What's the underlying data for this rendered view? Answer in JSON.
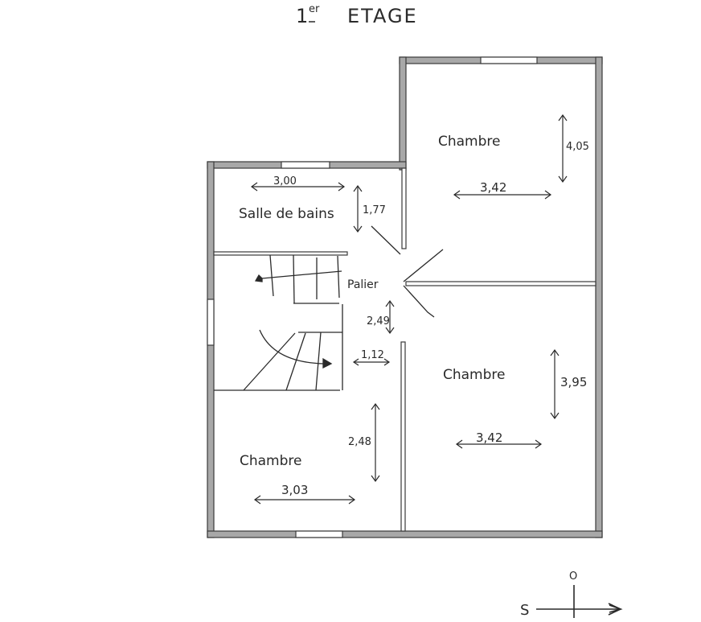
{
  "plan": {
    "title_prefix": "1",
    "title_superscript": "er",
    "title_text": "ETAGE",
    "colors": {
      "wall_fill": "#9a9a9a",
      "wall_stroke": "#3a3a3a",
      "ink": "#2a2a2a",
      "paper": "#ffffff"
    }
  },
  "rooms": [
    {
      "id": "salle-de-bains",
      "label": "Salle de bains",
      "width_dim": "3,00",
      "height_dim": "1,77"
    },
    {
      "id": "chambre-nord-est",
      "label": "Chambre",
      "width_dim": "3,42",
      "height_dim": "4,05"
    },
    {
      "id": "palier",
      "label": "Palier",
      "width_dim": "1,12",
      "height_dim": "2,49"
    },
    {
      "id": "chambre-sud-est",
      "label": "Chambre",
      "width_dim": "3,42",
      "height_dim": "3,95"
    },
    {
      "id": "chambre-ouest",
      "label": "Chambre",
      "width_dim": "3,03",
      "height_dim": "2,48"
    }
  ],
  "compass": {
    "south_label": "S",
    "west_label": "O"
  }
}
